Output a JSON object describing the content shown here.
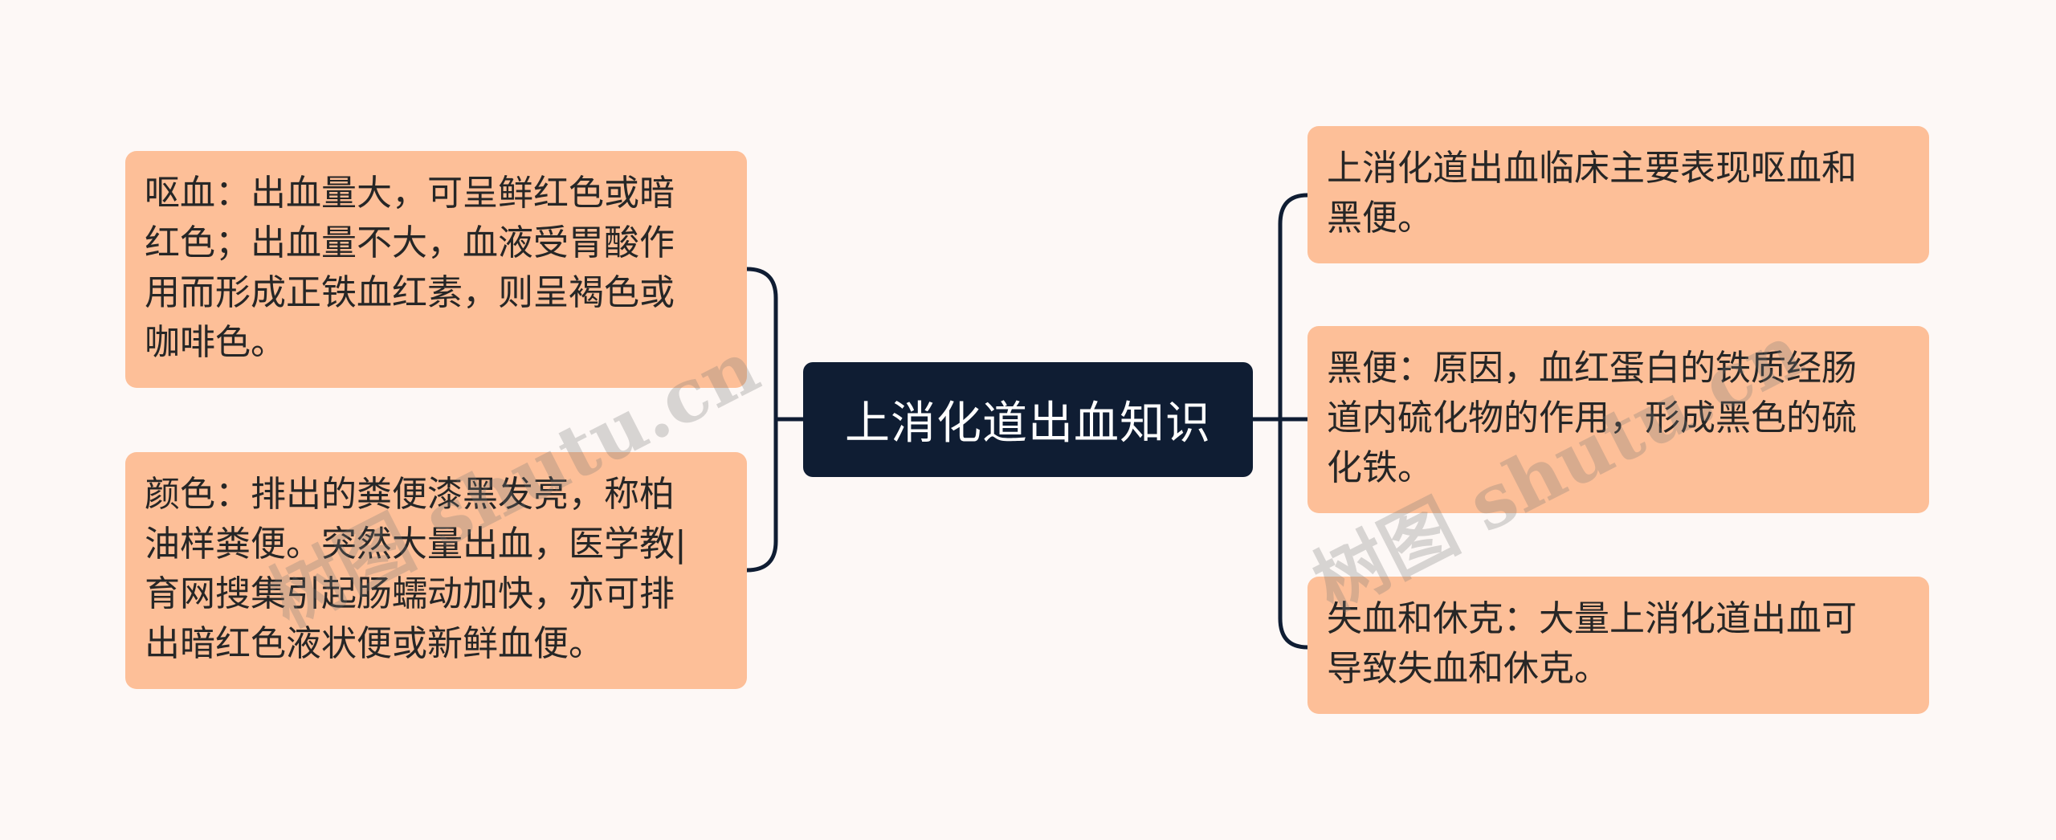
{
  "root": {
    "title": "上消化道出血知识"
  },
  "left_nodes": [
    {
      "text": "呕血：出血量大，可呈鲜红色或暗\n红色；出血量不大，血液受胃酸作\n用而形成正铁血红素，则呈褐色或\n咖啡色。"
    },
    {
      "text": "颜色：排出的粪便漆黑发亮，称柏\n油样粪便。突然大量出血，医学教|\n育网搜集引起肠蠕动加快，亦可排\n出暗红色液状便或新鲜血便。"
    }
  ],
  "right_nodes": [
    {
      "text": "上消化道出血临床主要表现呕血和\n黑便。"
    },
    {
      "text": "黑便：原因，血红蛋白的铁质经肠\n道内硫化物的作用，形成黑色的硫\n化铁。"
    },
    {
      "text": "失血和休克：大量上消化道出血可\n导致失血和休克。"
    }
  ],
  "watermarks": [
    "树图 shutu.cn",
    "树图 shutu.cn"
  ],
  "colors": {
    "background": "#fdf8f6",
    "node_fill": "#fdbf98",
    "root_fill": "#0f1d33",
    "connector": "#0f1d33"
  }
}
